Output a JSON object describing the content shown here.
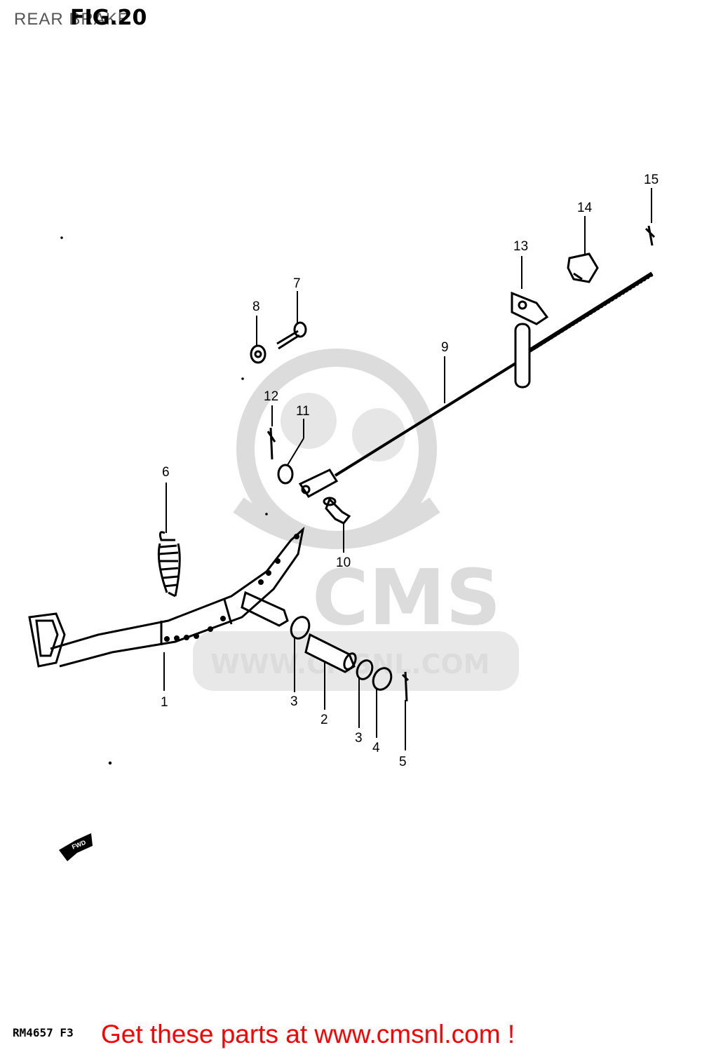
{
  "header": {
    "section_title": "REAR BRAKE",
    "figure_label": "FIG.20"
  },
  "watermark": {
    "brand": "CMS",
    "url": "WWW.CMSNL.COM"
  },
  "callouts": [
    "1",
    "2",
    "3",
    "3",
    "4",
    "5",
    "6",
    "7",
    "8",
    "9",
    "10",
    "11",
    "12",
    "13",
    "14",
    "15"
  ],
  "arrow_label": "FWD",
  "footer": {
    "drawing_code": "RM4657 F3",
    "cta_text": "Get these parts at www.cmsnl.com !"
  },
  "colors": {
    "cta": "#ff0000",
    "watermark": "#dcdcdc",
    "line": "#000000"
  }
}
